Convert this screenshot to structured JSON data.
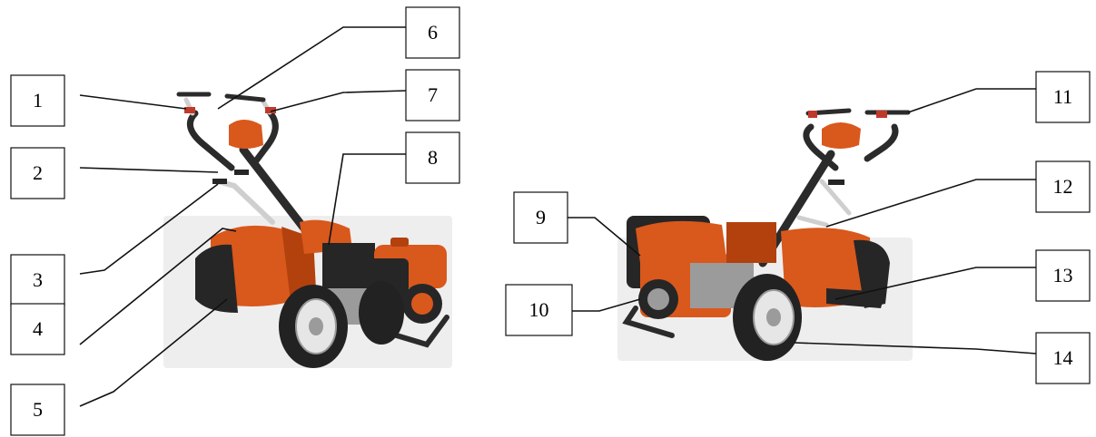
{
  "callouts": [
    {
      "label": "1"
    },
    {
      "label": "2"
    },
    {
      "label": "3"
    },
    {
      "label": "4"
    },
    {
      "label": "5"
    },
    {
      "label": "6"
    },
    {
      "label": "7"
    },
    {
      "label": "8"
    },
    {
      "label": "9"
    },
    {
      "label": "10"
    },
    {
      "label": "11"
    },
    {
      "label": "12"
    },
    {
      "label": "13"
    },
    {
      "label": "14"
    }
  ],
  "colors": {
    "body": "#d9581c",
    "engine": "#262626",
    "rim": "#e6e6e6"
  }
}
